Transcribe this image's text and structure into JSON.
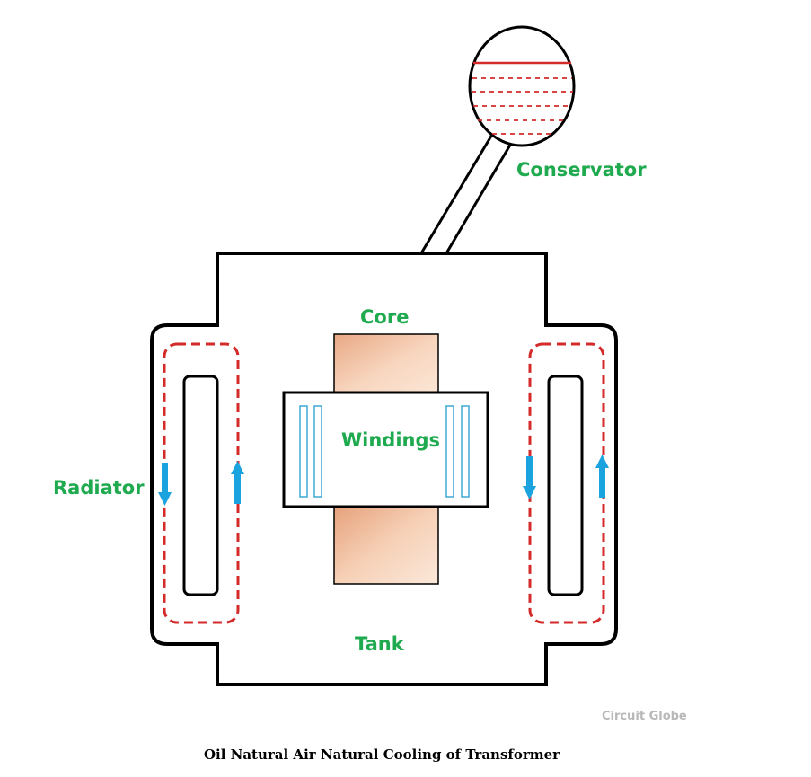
{
  "labels": {
    "conservator": "Conservator",
    "core": "Core",
    "windings": "Windings",
    "radiator": "Radiator",
    "tank": "Tank"
  },
  "watermark": "Circuit Globe",
  "caption": "Oil Natural Air Natural Cooling of Transformer",
  "colors": {
    "label": "#1faa4f",
    "outline": "#000000",
    "oil_dash": "#d42a2a",
    "flow_arrow": "#1aa3de",
    "core_light": "#fbe3d1",
    "core_dark": "#e8a884",
    "winding_bar": "#3fa9d6",
    "watermark": "#b8b8b8"
  },
  "flow": {
    "left_radiator": [
      "down",
      "up"
    ],
    "right_radiator": [
      "down",
      "up"
    ]
  }
}
